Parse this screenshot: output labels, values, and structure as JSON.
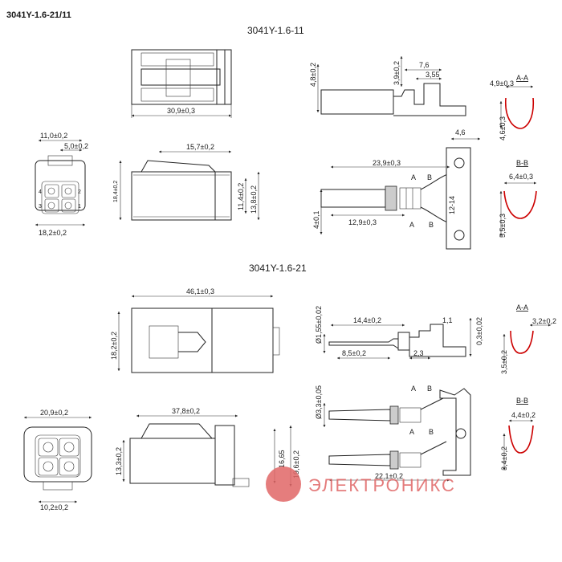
{
  "title": "3041Y-1.6-21/11",
  "sections": {
    "top": "3041Y-1.6-11",
    "bottom": "3041Y-1.6-21"
  },
  "dims_top": {
    "width_309": "30,9±0,3",
    "d_110": "11,0±0,2",
    "d_50": "5,0±0,2",
    "d_182": "18,2±0,2",
    "d_157": "15,7±0,2",
    "d_184": "18,4±0,2",
    "d_114": "11,4±0,2",
    "d_138": "13,8±0,2",
    "t_48": "4,8±0,2",
    "t_39": "3,9±0,2",
    "t_76": "7,6",
    "t_355": "3,55",
    "t_46": "4,6",
    "t_239": "23,9±0,3",
    "t_41": "4±0,1",
    "t_129": "12,9±0,3",
    "strip": "12-14"
  },
  "dims_bottom": {
    "d_461": "46,1±0,3",
    "d_182b": "18,2±0,2",
    "d_209": "20,9±0,2",
    "d_102": "10,2±0,2",
    "d_378": "37,8±0,2",
    "d_133": "13,3±0,2",
    "d_1665": "16,65",
    "d_196": "19,6±0,2",
    "b_155": "Ø1,55±0,02",
    "b_144": "14,4±0,2",
    "b_11": "1,1",
    "b_85": "8,5±0,2",
    "b_23": "2,3",
    "b_03": "0,3±0,02",
    "b_33": "Ø3,3±0,05",
    "b_221": "22,1±0,2"
  },
  "sections_labels": {
    "aa": "A-A",
    "bb": "B-B",
    "a": "A",
    "b": "B",
    "aa_w_top": "4,9±0,3",
    "aa_h_top": "4,6±0,3",
    "bb_w_top": "6,4±0,3",
    "bb_h_top": "5,5±0,3",
    "aa_w_bot": "3,2±0,2",
    "aa_h_bot": "3,5±0,2",
    "bb_w_bot": "4,4±0,2",
    "bb_h_bot": "3,4±0,2"
  },
  "pins": [
    "1",
    "2",
    "3",
    "4"
  ],
  "watermark": {
    "text": "ЭЛЕКТРОНИКС",
    "color": "#e06666"
  }
}
